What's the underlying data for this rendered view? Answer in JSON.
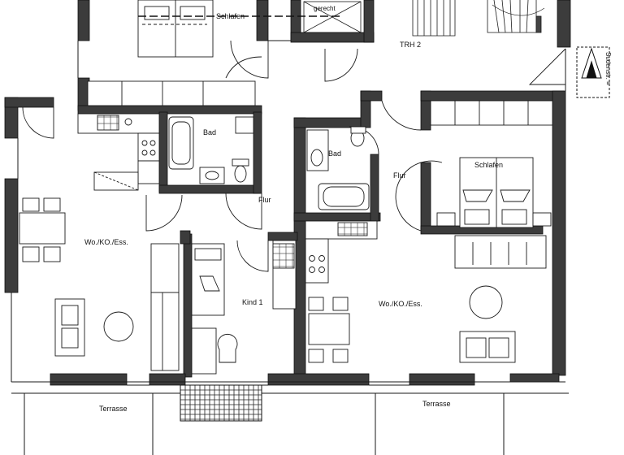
{
  "labels": {
    "schlafen_top": "Schlafen",
    "gerecht": "gerecht",
    "trh": "TRH 2",
    "bad_left": "Bad",
    "bad_right": "Bad",
    "flur_left": "Flur",
    "flur_right": "Flur",
    "schlafen_right": "Schlafen",
    "wo_left": "Wo./KO./Ess.",
    "wo_right": "Wo./KO./Ess.",
    "kind": "Kind 1",
    "terrasse_left": "Terrasse",
    "terrasse_right": "Terrasse",
    "side_note": "Sudenstr. ≡"
  },
  "colors": {
    "wall": "#3c3c3c",
    "line": "#1a1a1a",
    "background": "#ffffff"
  }
}
